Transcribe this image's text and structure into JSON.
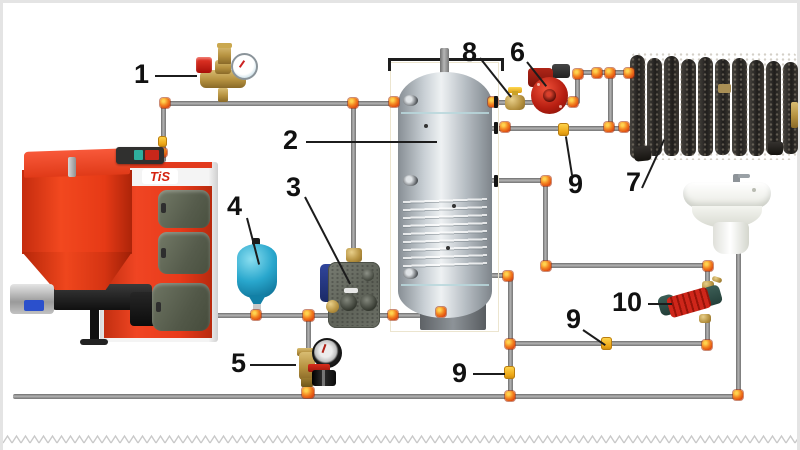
{
  "callouts": [
    {
      "text": "1"
    },
    {
      "text": "2"
    },
    {
      "text": "3"
    },
    {
      "text": "4"
    },
    {
      "text": "5"
    },
    {
      "text": "6"
    },
    {
      "text": "7"
    },
    {
      "text": "8"
    },
    {
      "text": "9"
    },
    {
      "text": "9"
    },
    {
      "text": "9"
    },
    {
      "text": "10"
    }
  ],
  "boiler": {
    "brand": "TiS"
  },
  "colors": {
    "pipe": "#8a8a8a",
    "fitting_orange": "#e8541e",
    "valve_yellow": "#f3b32b",
    "pump_red": "#c42318",
    "boiler_red": "#ea3a1c",
    "expansion_teal": "#28a7cd",
    "brass": "#b5913f",
    "tank_silver": "#c6cdd2",
    "radiator_iron": "#2b2927"
  }
}
